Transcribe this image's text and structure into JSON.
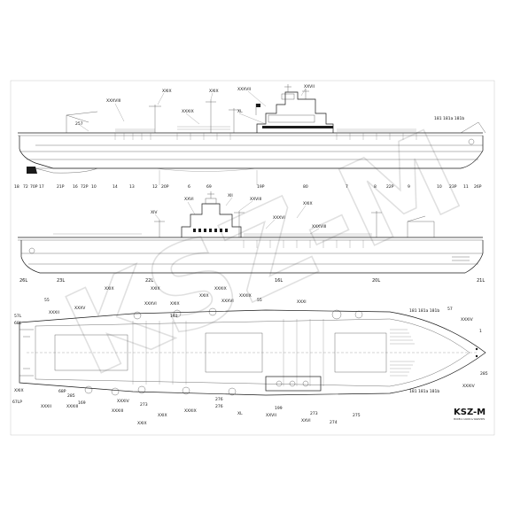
{
  "side_view": {
    "callouts_top": [
      "XXXVIII",
      "XXIX",
      "XXIX",
      "XXXIX",
      "XXXVII",
      "XXVII",
      "XL",
      "257",
      "181 181a 181b"
    ],
    "callouts_bottom": [
      "18",
      "72",
      "70P",
      "17",
      "21P",
      "16",
      "72P",
      "10",
      "14",
      "13",
      "12",
      "20P",
      "6",
      "69",
      "19P",
      "80",
      "7",
      "8",
      "22P",
      "9",
      "10",
      "23P",
      "11",
      "26P"
    ]
  },
  "profile_view": {
    "callouts_top": [
      "XXVI",
      "XII",
      "XXVIII",
      "XIV",
      "XXXVI",
      "XXIX",
      "XXXVIII"
    ],
    "callouts_bottom": [
      "26L",
      "23L",
      "22L",
      "16L",
      "20L",
      "21L"
    ]
  },
  "deck_view": {
    "callouts": [
      "XXIX",
      "XXIX",
      "XXXIX",
      "55",
      "XXXII",
      "XXXV",
      "55",
      "XXXVI",
      "XXIX",
      "XXXVI",
      "XXIX",
      "XXXIX",
      "161",
      "XXXI",
      "181 181a 181b",
      "57",
      "XXXIV",
      "1",
      "285",
      "181 181a 181b",
      "XXXIV",
      "275",
      "274",
      "273",
      "199",
      "XXVII",
      "XXVI",
      "276",
      "XL",
      "XXXIX",
      "XXXIV",
      "273",
      "169",
      "XXXIII",
      "XXXII",
      "57L",
      "68L",
      "68P",
      "67LP",
      "XXIX",
      "XXIX",
      "285",
      "XXXIII",
      "276",
      "XXIX"
    ]
  },
  "watermark": "KSZ-M",
  "logo": {
    "text": "KSZ-M",
    "subtitle": "MODELS CARDS & WARSHIPS"
  }
}
